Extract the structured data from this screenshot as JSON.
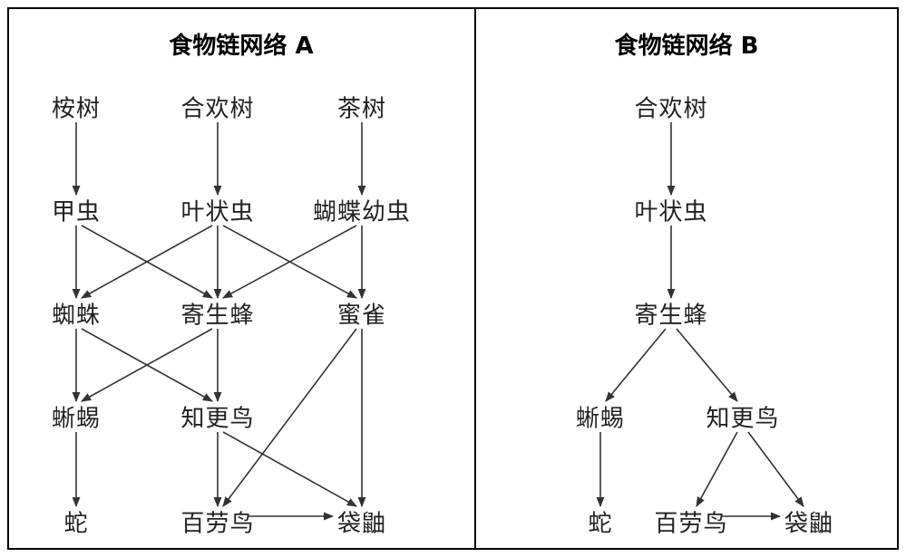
{
  "panels": [
    {
      "id": "A",
      "title": "食物链网络 A",
      "nodes": [
        {
          "id": "anshu",
          "label": "桉树"
        },
        {
          "id": "hehuanshu",
          "label": "合欢树"
        },
        {
          "id": "chashu",
          "label": "茶树"
        },
        {
          "id": "jiachong",
          "label": "甲虫"
        },
        {
          "id": "yezhuangchong",
          "label": "叶状虫"
        },
        {
          "id": "hudieyouchong",
          "label": "蝴蝶幼虫"
        },
        {
          "id": "zhizhu",
          "label": "蜘蛛"
        },
        {
          "id": "jishengfeng",
          "label": "寄生蜂"
        },
        {
          "id": "miwu",
          "label": "蜜雀"
        },
        {
          "id": "xiyi",
          "label": "蜥蜴"
        },
        {
          "id": "zhigengniao",
          "label": "知更鸟"
        },
        {
          "id": "she",
          "label": "蛇"
        },
        {
          "id": "bailaoniao",
          "label": "百劳鸟"
        },
        {
          "id": "daidiao",
          "label": "袋鼬"
        }
      ],
      "edges": [
        [
          "anshu",
          "jiachong"
        ],
        [
          "hehuanshu",
          "yezhuangchong"
        ],
        [
          "chashu",
          "hudieyouchong"
        ],
        [
          "jiachong",
          "zhizhu"
        ],
        [
          "jiachong",
          "jishengfeng"
        ],
        [
          "yezhuangchong",
          "zhizhu"
        ],
        [
          "yezhuangchong",
          "jishengfeng"
        ],
        [
          "yezhuangchong",
          "miwu"
        ],
        [
          "hudieyouchong",
          "jishengfeng"
        ],
        [
          "hudieyouchong",
          "miwu"
        ],
        [
          "zhizhu",
          "xiyi"
        ],
        [
          "zhizhu",
          "zhigengniao"
        ],
        [
          "jishengfeng",
          "xiyi"
        ],
        [
          "jishengfeng",
          "zhigengniao"
        ],
        [
          "miwu",
          "bailaoniao"
        ],
        [
          "miwu",
          "daidiao"
        ],
        [
          "xiyi",
          "she"
        ],
        [
          "zhigengniao",
          "bailaoniao"
        ],
        [
          "zhigengniao",
          "daidiao"
        ],
        [
          "bailaoniao",
          "daidiao"
        ]
      ]
    },
    {
      "id": "B",
      "title": "食物链网络 B",
      "nodes": [
        {
          "id": "hehuanshu",
          "label": "合欢树"
        },
        {
          "id": "yezhuangchong",
          "label": "叶状虫"
        },
        {
          "id": "jishengfeng",
          "label": "寄生蜂"
        },
        {
          "id": "xiyi",
          "label": "蜥蜴"
        },
        {
          "id": "zhigengniao",
          "label": "知更鸟"
        },
        {
          "id": "she",
          "label": "蛇"
        },
        {
          "id": "bailaoniao",
          "label": "百劳鸟"
        },
        {
          "id": "daidiao",
          "label": "袋鼬"
        }
      ],
      "edges": [
        [
          "hehuanshu",
          "yezhuangchong"
        ],
        [
          "yezhuangchong",
          "jishengfeng"
        ],
        [
          "jishengfeng",
          "xiyi"
        ],
        [
          "jishengfeng",
          "zhigengniao"
        ],
        [
          "xiyi",
          "she"
        ],
        [
          "zhigengniao",
          "bailaoniao"
        ],
        [
          "zhigengniao",
          "daidiao"
        ],
        [
          "bailaoniao",
          "daidiao"
        ]
      ]
    }
  ]
}
